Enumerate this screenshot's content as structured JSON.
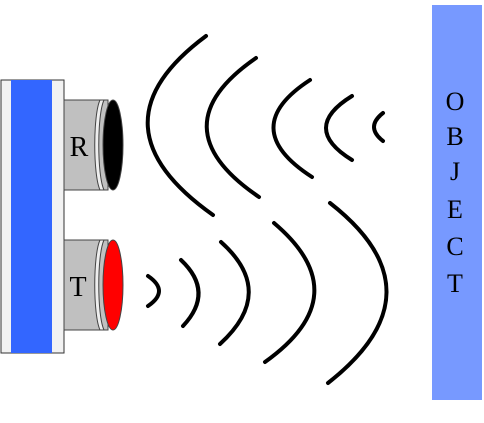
{
  "receiver": {
    "label": "R",
    "lens_color": "#000000"
  },
  "transmitter": {
    "label": "T",
    "lens_color": "#ff0000"
  },
  "object": {
    "letters": [
      "O",
      "B",
      "J",
      "E",
      "C",
      "T"
    ],
    "color": "#7799ff"
  },
  "colors": {
    "board_outer": "#f2f2f2",
    "board_inner": "#3366ff",
    "sensor_body": "#c0c0c0",
    "wave": "#000000"
  }
}
